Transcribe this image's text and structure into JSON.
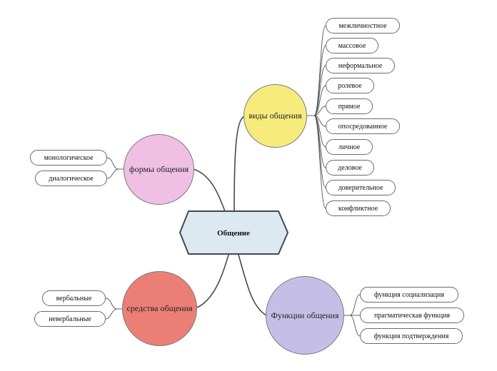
{
  "center": {
    "label": "Общение",
    "color": "#dde9f0"
  },
  "topics": {
    "vidy": {
      "label": "виды  общения",
      "color": "#f7eb7c",
      "items": [
        "межличностное",
        "массовое",
        "неформальное",
        "ролевое",
        "прямое",
        "опосредованное",
        "личное",
        "деловое",
        "доверительное",
        "конфликтное"
      ]
    },
    "formy": {
      "label": "формы общения",
      "color": "#efc0e3",
      "items": [
        "монологическое",
        "диалогическое"
      ]
    },
    "sredstva": {
      "label": "средства общения",
      "color": "#ec7f75",
      "items": [
        "вербальные",
        "невербальные"
      ]
    },
    "funkcii": {
      "label": "Функции  общения",
      "color": "#c5bfe8",
      "items": [
        "функция  социализация",
        "прагматическая функция",
        "функция  подтверждения"
      ]
    }
  }
}
